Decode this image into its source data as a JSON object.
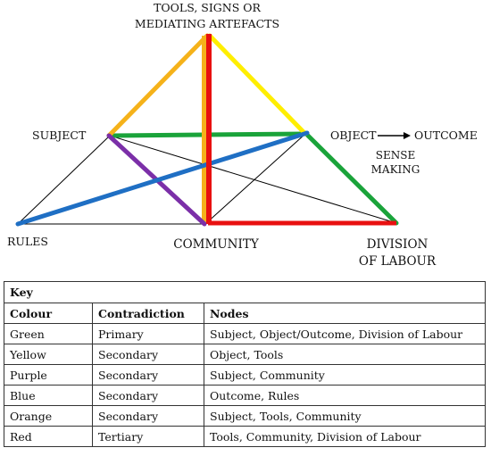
{
  "diagram": {
    "labels": {
      "tools_line1": "TOOLS, SIGNS OR",
      "tools_line2": "MEDIATING ARTEFACTS",
      "subject": "SUBJECT",
      "object": "OBJECT",
      "outcome": "OUTCOME",
      "sense_line1": "SENSE",
      "sense_line2": "MAKING",
      "rules": "RULES",
      "community": "COMMUNITY",
      "division_line1": "DIVISION",
      "division_line2": "OF LABOUR"
    },
    "colors": {
      "green": "#1aa33a",
      "yellow": "#ffee00",
      "purple": "#7b2fa8",
      "blue": "#1f6fc4",
      "orange": "#f5b21a",
      "red": "#e81010",
      "thin": "#000000"
    }
  },
  "key": {
    "title": "Key",
    "headers": [
      "Colour",
      "Contradiction",
      "Nodes"
    ],
    "rows": [
      [
        "Green",
        "Primary",
        "Subject, Object/Outcome, Division of Labour"
      ],
      [
        "Yellow",
        "Secondary",
        "Object, Tools"
      ],
      [
        "Purple",
        "Secondary",
        "Subject, Community"
      ],
      [
        "Blue",
        "Secondary",
        "Outcome, Rules"
      ],
      [
        "Orange",
        "Secondary",
        "Subject, Tools, Community"
      ],
      [
        "Red",
        "Tertiary",
        "Tools, Community, Division of Labour"
      ]
    ]
  }
}
